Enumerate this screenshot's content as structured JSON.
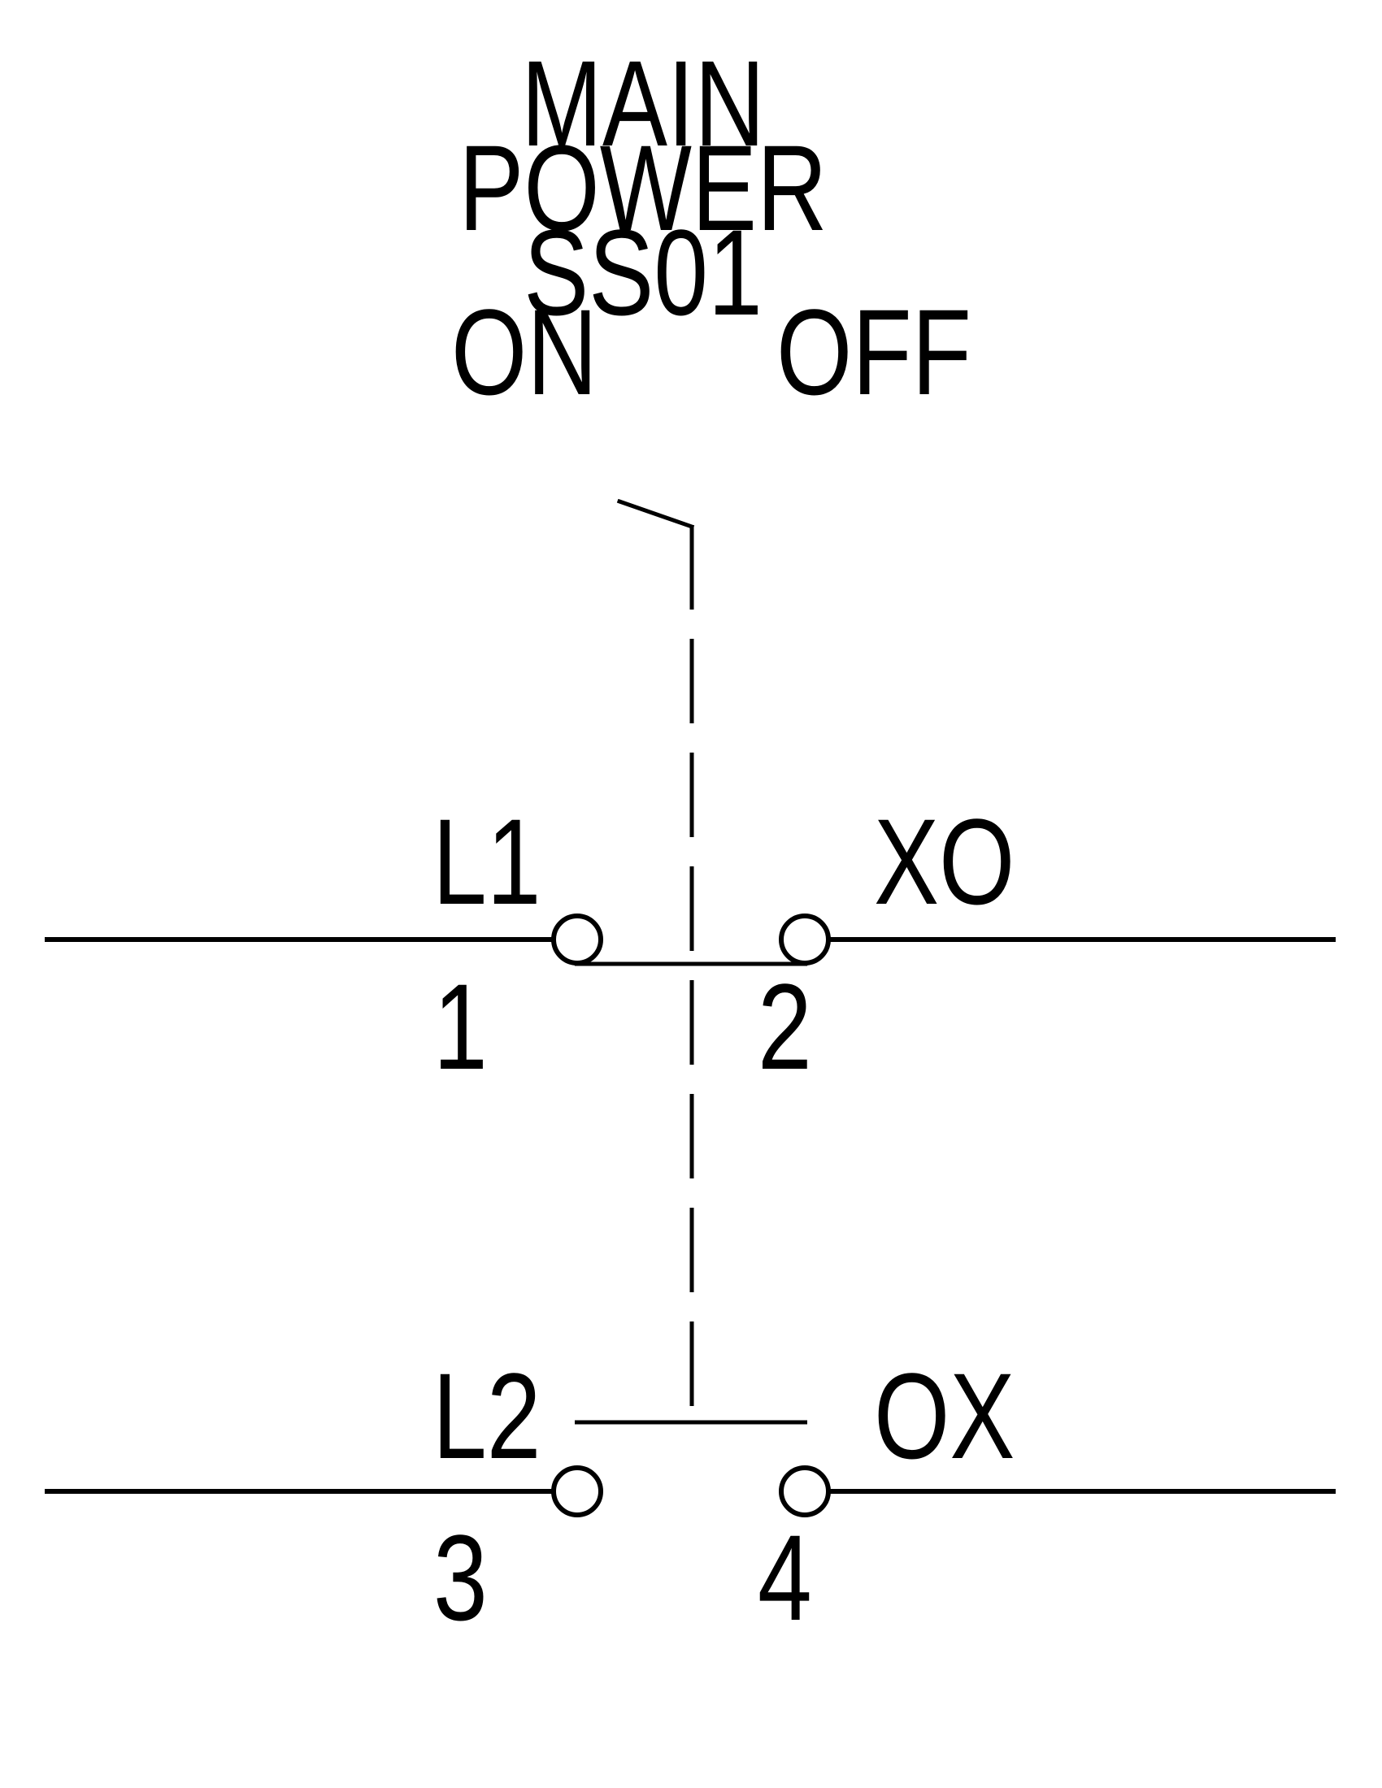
{
  "diagram": {
    "type": "electrical-schematic",
    "subtype": "selector-switch-contact-block",
    "title_block": {
      "line1": "MAIN",
      "line2": "POWER",
      "line3": "SS01"
    },
    "positions": {
      "label_on": "ON",
      "label_off": "OFF"
    },
    "contacts": [
      {
        "left_terminal_label": "L1",
        "left_terminal_number": "1",
        "right_terminal_label": "XO",
        "right_terminal_number": "2",
        "state": "closed"
      },
      {
        "left_terminal_label": "L2",
        "left_terminal_number": "3",
        "right_terminal_label": "OX",
        "right_terminal_number": "4",
        "state": "open"
      }
    ],
    "colors": {
      "line": "#000000",
      "background": "#ffffff",
      "terminal_fill": "#ffffff"
    }
  }
}
